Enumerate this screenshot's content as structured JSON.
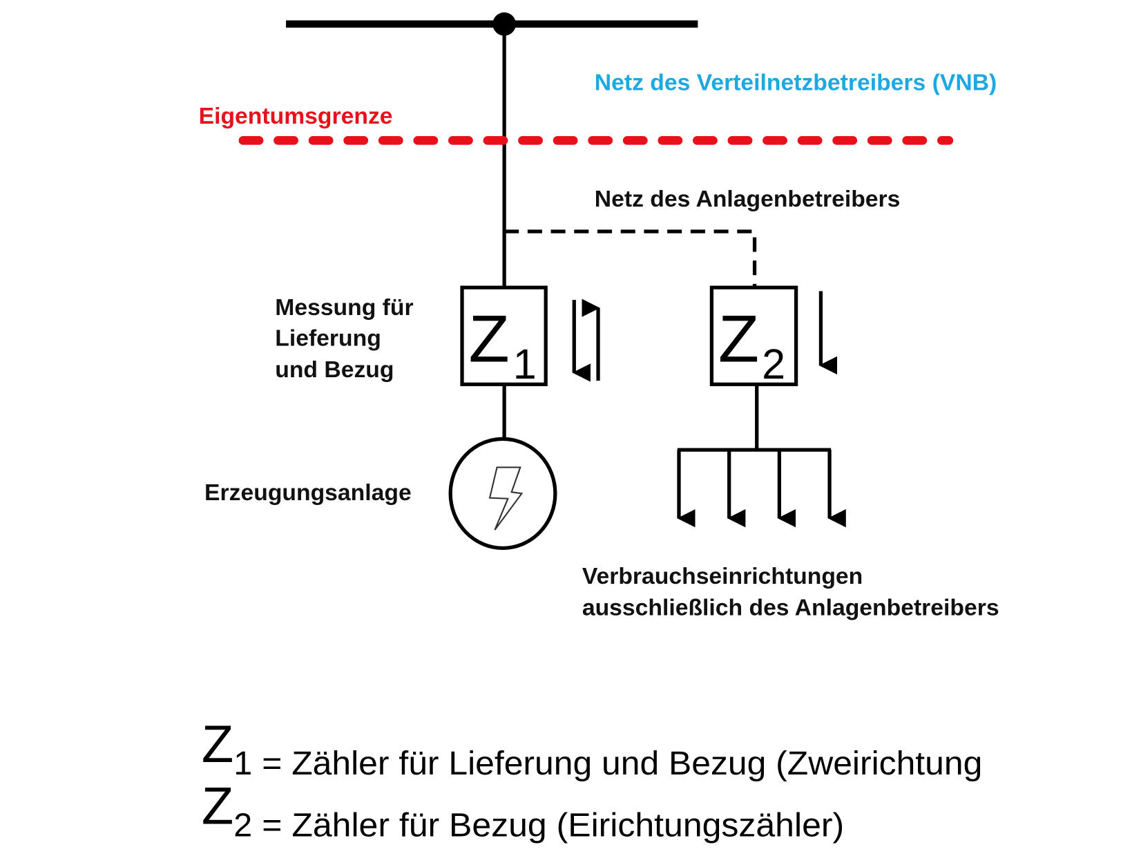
{
  "colors": {
    "property_boundary": "#e8101a",
    "vnb_label": "#1ea8e2",
    "line": "#000000"
  },
  "labels": {
    "vnb_network": "Netz des Verteilnetzbetreibers (VNB)",
    "property_boundary": "Eigentumsgrenze",
    "operator_network": "Netz des Anlagenbetreibers",
    "measurement": [
      "Messung für",
      "Lieferung",
      "und Bezug"
    ],
    "generator": "Erzeugungsanlage",
    "consumers": [
      "Verbrauchseinrichtungen",
      "ausschließlich des Anlagenbetreibers"
    ]
  },
  "meters": [
    {
      "letter": "Z",
      "index": "1",
      "directions": [
        "down",
        "up"
      ]
    },
    {
      "letter": "Z",
      "index": "2",
      "directions": [
        "down"
      ]
    }
  ],
  "consumer_arrows": 4,
  "icons": {
    "generator": "lightning-bolt-icon"
  },
  "legend": [
    {
      "letter": "Z",
      "index": "1",
      "text": "= Zähler für Lieferung und Bezug (Zweirichtung"
    },
    {
      "letter": "Z",
      "index": "2",
      "text": "= Zähler für Bezug (Eirichtungszähler)"
    }
  ]
}
